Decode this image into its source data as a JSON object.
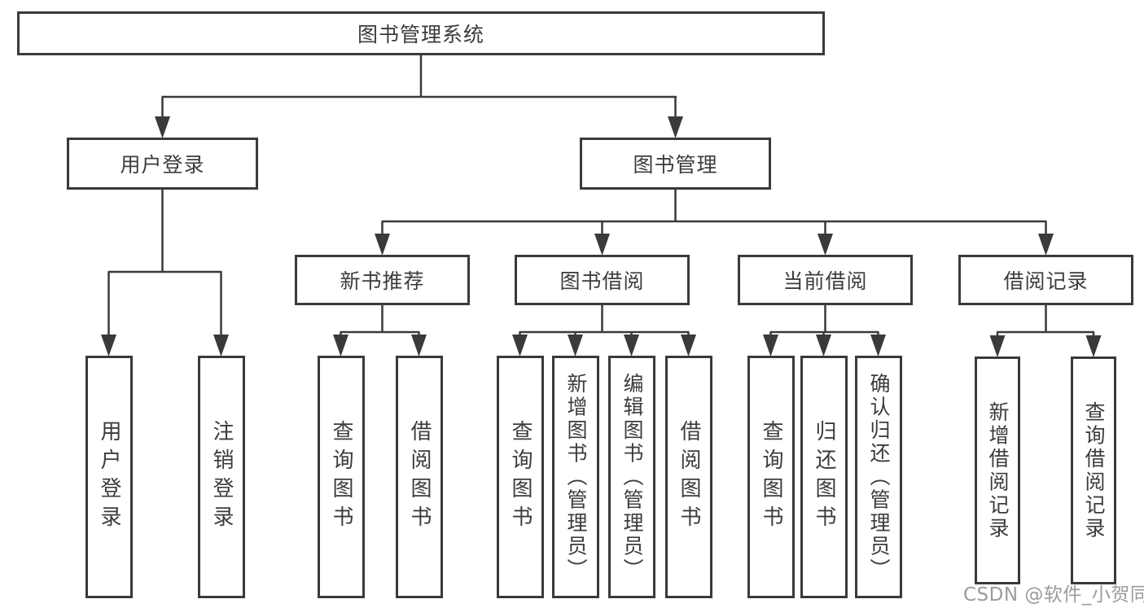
{
  "diagram": {
    "root": {
      "label": "图书管理系统"
    },
    "user_login": {
      "label": "用户登录",
      "children": [
        "用户登录",
        "注销登录"
      ]
    },
    "book_mgmt": {
      "label": "图书管理",
      "sections": [
        {
          "label": "新书推荐",
          "children": [
            "查询图书",
            "借阅图书"
          ]
        },
        {
          "label": "图书借阅",
          "children": [
            "查询图书",
            "新增图书（管理员）",
            "编辑图书（管理员）",
            "借阅图书"
          ]
        },
        {
          "label": "当前借阅",
          "children": [
            "查询图书",
            "归还图书",
            "确认归还（管理员）"
          ]
        },
        {
          "label": "借阅记录",
          "children": [
            "新增借阅记录",
            "查询借阅记录"
          ]
        }
      ]
    }
  },
  "watermark": {
    "text": "CSDN @软件_小贺同学",
    "color": "#9b9b9b"
  },
  "colors": {
    "line": "#3a3a3a",
    "border": "#3a3a3a",
    "text": "#3c3c3c",
    "box_background": "#ffffff",
    "page_background": "#ffffff"
  }
}
